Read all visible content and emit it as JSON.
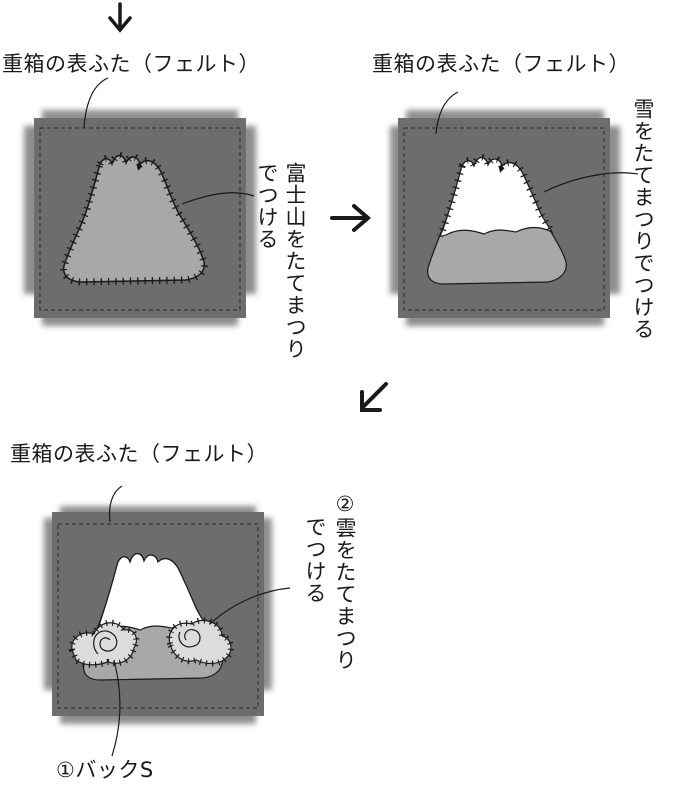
{
  "panels": [
    {
      "title": "重箱の表ふた（フェルト）",
      "notes": [
        "富士山をたてまつり",
        "でつける"
      ]
    },
    {
      "title": "重箱の表ふた（フェルト）",
      "notes": [
        "雪をたてまつりでつける"
      ]
    },
    {
      "title": "重箱の表ふた（フェルト）",
      "notes": [
        "②雲をたてまつり",
        "でつける"
      ],
      "bottom_note": "①バックS"
    }
  ],
  "colors": {
    "felt": "#6d6d6d",
    "plate": "#8e8e8e",
    "mountain": "#a8a8a8",
    "snow": "#ffffff",
    "ink": "#1a1a1a"
  },
  "icons": [
    "arrow-down-icon",
    "arrow-right-icon",
    "arrow-down-left-icon"
  ]
}
